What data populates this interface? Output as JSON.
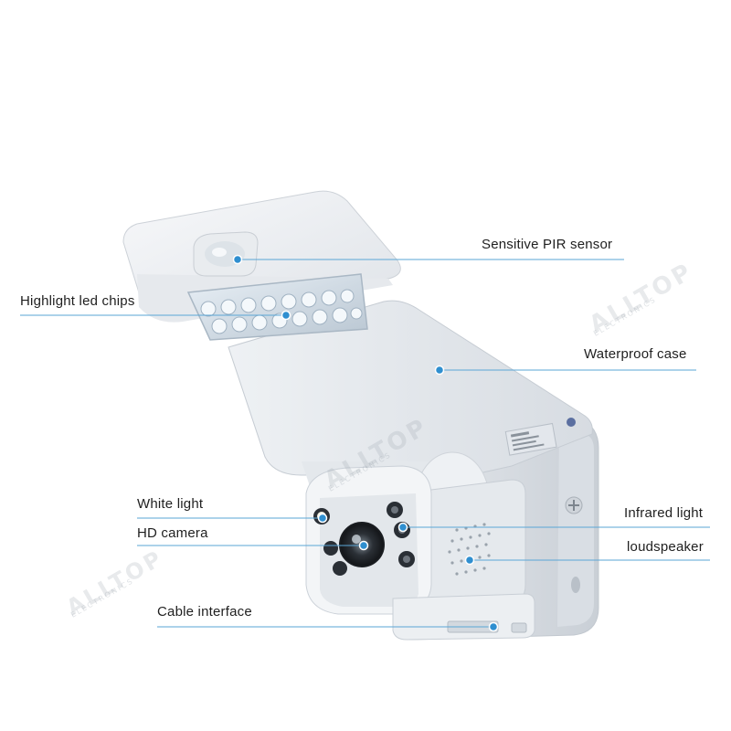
{
  "callouts": {
    "pir_sensor": "Sensitive PIR sensor",
    "led_chips": "Highlight led chips",
    "waterproof_case": "Waterproof case",
    "white_light": "White light",
    "hd_camera": "HD camera",
    "infrared_light": "Infrared light",
    "loudspeaker": "loudspeaker",
    "cable_interface": "Cable interface"
  },
  "watermark": {
    "brand": "ALLTOP",
    "sub": "ELECTRONICS"
  },
  "colors": {
    "callout_line": "#5aa6d6",
    "callout_dot": "#2f8fd0",
    "housing": "#f2f4f6"
  }
}
